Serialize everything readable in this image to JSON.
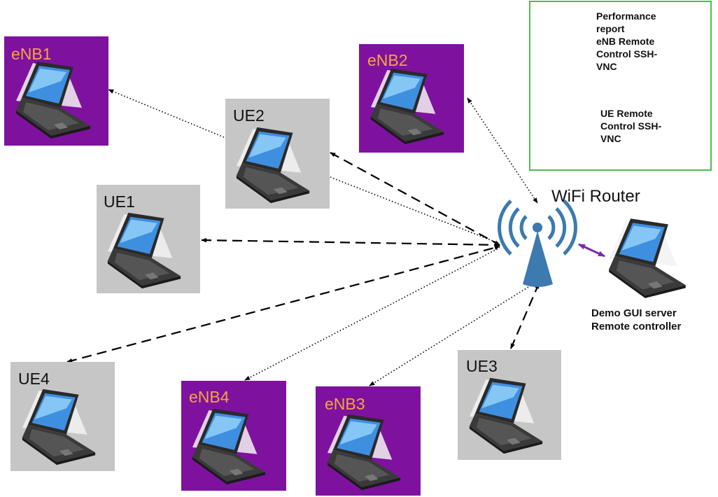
{
  "nodes": [
    {
      "id": "enb1",
      "kind": "enb",
      "label": "eNB1"
    },
    {
      "id": "enb2",
      "kind": "enb",
      "label": "eNB2"
    },
    {
      "id": "ue2",
      "kind": "ue",
      "label": "UE2"
    },
    {
      "id": "ue1",
      "kind": "ue",
      "label": "UE1"
    },
    {
      "id": "ue4",
      "kind": "ue",
      "label": "UE4"
    },
    {
      "id": "enb4",
      "kind": "enb",
      "label": "eNB4"
    },
    {
      "id": "enb3",
      "kind": "enb",
      "label": "eNB3"
    },
    {
      "id": "ue3",
      "kind": "ue",
      "label": "UE3"
    }
  ],
  "router": {
    "title": "WiFi Router"
  },
  "server": {
    "line1": "Demo GUI server",
    "line2": "Remote controller"
  },
  "legend": {
    "dotted_lines": [
      "Performance",
      "report",
      "eNB Remote",
      "Control SSH-",
      "VNC"
    ],
    "dashed_lines": [
      "UE Remote",
      "Control SSH-",
      "VNC"
    ]
  },
  "links": [
    {
      "from": "ue2",
      "to": "enb1",
      "style": "dotted"
    },
    {
      "from": "ue2",
      "to": "router",
      "style": "dotted"
    },
    {
      "from": "ue2",
      "to": "router",
      "style": "dashed"
    },
    {
      "from": "enb2",
      "to": "router",
      "style": "dotted"
    },
    {
      "from": "ue1",
      "to": "router",
      "style": "dashed"
    },
    {
      "from": "ue4",
      "to": "router",
      "style": "dashed"
    },
    {
      "from": "enb4",
      "to": "router",
      "style": "dotted"
    },
    {
      "from": "enb3",
      "to": "router",
      "style": "dotted"
    },
    {
      "from": "ue3",
      "to": "router",
      "style": "dashed"
    },
    {
      "from": "router",
      "to": "server",
      "style": "solid"
    }
  ],
  "colors": {
    "enb_fill": "#7e129e",
    "ue_fill": "#c6c6c6",
    "enb_label": "#f5a540",
    "antenna": "#3c7ab0",
    "server_link": "#7a2aa8",
    "legend_border": "#4dbd4d"
  }
}
